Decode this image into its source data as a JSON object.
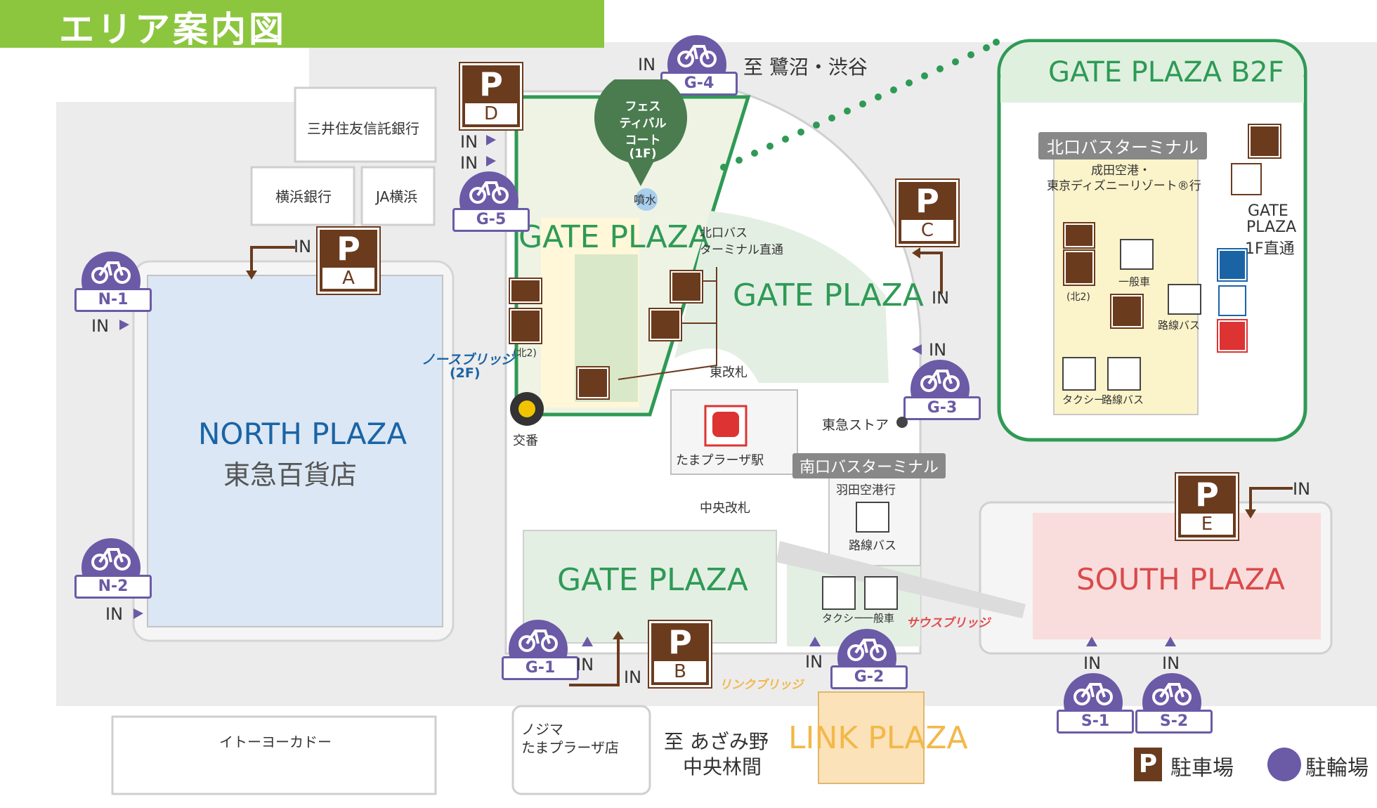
{
  "title": "エリア案内図",
  "plazas": {
    "north_en": "NORTH PLAZA",
    "north_jp": "東急百貨店",
    "gate1": "GATE PLAZA",
    "gate2": "GATE PLAZA",
    "gate3": "GATE PLAZA",
    "south": "SOUTH PLAZA",
    "link": "LINK PLAZA"
  },
  "buildings": {
    "mitsui": "三井住友信託銀行",
    "yokohama": "横浜銀行",
    "ja": "JA横浜",
    "ito": "イトーヨーカドー",
    "nojima_1": "ノジマ",
    "nojima_2": "たまプラーザ店"
  },
  "directions": {
    "north": "至 鷺沼・渋谷",
    "south_1": "至 あざみ野",
    "south_2": "中央林間"
  },
  "parking": [
    {
      "id": "A",
      "label": "P"
    },
    {
      "id": "B",
      "label": "P"
    },
    {
      "id": "C",
      "label": "P"
    },
    {
      "id": "D",
      "label": "P"
    },
    {
      "id": "E",
      "label": "P"
    }
  ],
  "bikes": {
    "n1": "N-1",
    "n2": "N-2",
    "g1": "G-1",
    "g2": "G-2",
    "g3": "G-3",
    "g4": "G-4",
    "g5": "G-5",
    "s1": "S-1",
    "s2": "S-2"
  },
  "in_label": "IN",
  "fest": {
    "l1": "フェス",
    "l2": "ティバル",
    "l3": "コート",
    "l4": "(1F)"
  },
  "fountain": "噴水",
  "north_bus": {
    "l1": "北口バス",
    "l2": "ターミナル直通"
  },
  "north_bridge": {
    "l1": "ノースブリッジ",
    "l2": "(2F)"
  },
  "koban": "交番",
  "east_gate": "東改札",
  "central_gate": "中央改札",
  "station": "たまプラーザ駅",
  "tokyu_store": "東急ストア",
  "south_bus": {
    "title": "南口バスターミナル",
    "haneda": "羽田空港行",
    "route": "路線バス"
  },
  "taxi_row": {
    "taxi": "タクシー",
    "car": "一般車"
  },
  "south_bridge": "サウスブリッジ",
  "link_bridge": "リンクブリッジ",
  "kita2": "(北2)",
  "b2f": {
    "title": "GATE PLAZA B2F",
    "terminal": "北口バスターミナル",
    "dest_1": "成田空港・",
    "dest_2": "東京ディズニーリゾート®行",
    "direct_1": "GATE",
    "direct_2": "PLAZA",
    "direct_3": "1F直通",
    "ippansha": "一般車",
    "kita2": "(北2)",
    "rosen": "路線バス",
    "taxi": "タクシー",
    "rosen2": "路線バス"
  },
  "legend": {
    "parking": "駐車場",
    "bike": "駐輪場"
  },
  "colors": {
    "title_bar": "#8cc63f",
    "gate_green": "#2e9a55",
    "parking_brown": "#6b3b1e",
    "bike_purple": "#6b5aa6",
    "north_blue": "#1a64a6",
    "south_red": "#d94a4a",
    "link_orange": "#f2b84a"
  }
}
